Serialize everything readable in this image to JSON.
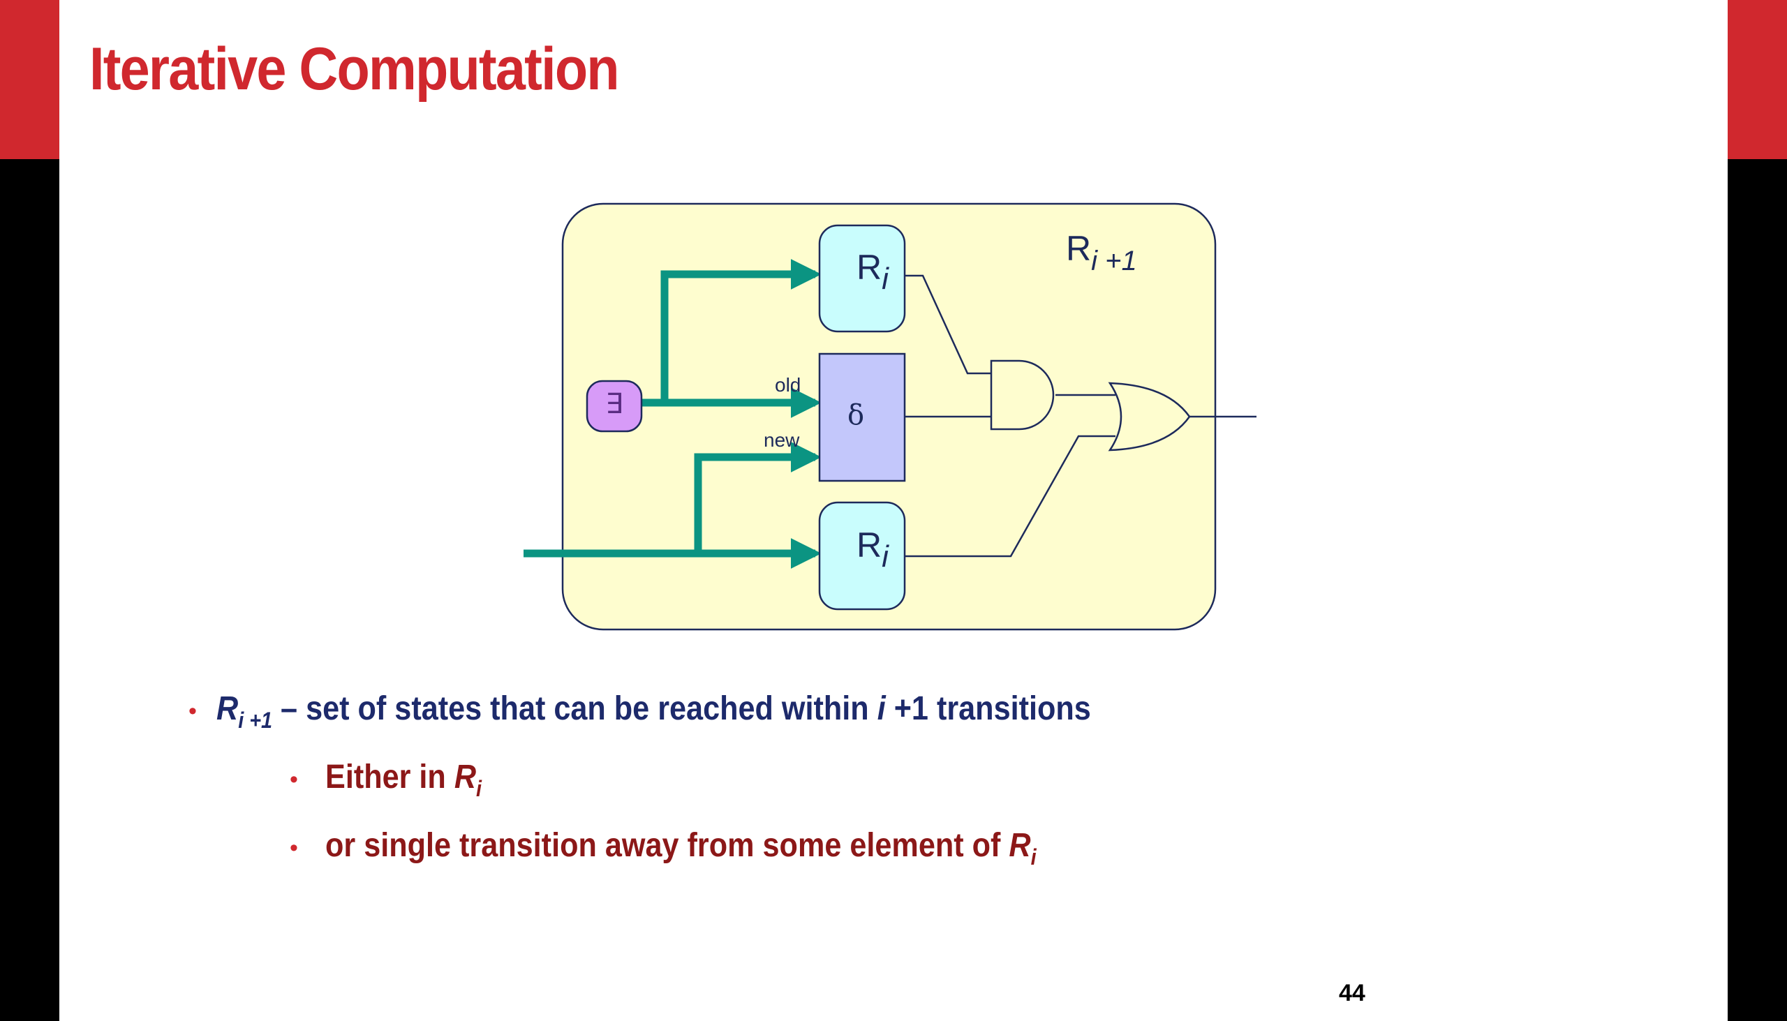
{
  "slide": {
    "title": "Iterative Computation",
    "page_number": "44"
  },
  "diagram": {
    "box_label_main": "R",
    "box_label_sub": "i +1",
    "ri_top_main": "R",
    "ri_top_sub": "i",
    "ri_bottom_main": "R",
    "ri_bottom_sub": "i",
    "delta_label": "δ",
    "exists_label": "∃",
    "old_label": "old",
    "new_label": "new",
    "colors": {
      "outer_box": "#fefdcf",
      "ri_box": "#c9fdfd",
      "delta_box": "#c3c7fb",
      "exists_box": "#d79bf8",
      "arrow": "#0b9482",
      "wire": "#1d2a5b"
    }
  },
  "bullets": {
    "b1": {
      "r": "R",
      "r_sub": "i +1",
      "text_a": " – set of states that can be reached within ",
      "i": "i",
      "text_b": " +1 transitions"
    },
    "b2": {
      "text": "Either in ",
      "r": "R",
      "r_sub": "i"
    },
    "b3": {
      "text": "or single transition away from some element of ",
      "r": "R",
      "r_sub": "i"
    }
  }
}
